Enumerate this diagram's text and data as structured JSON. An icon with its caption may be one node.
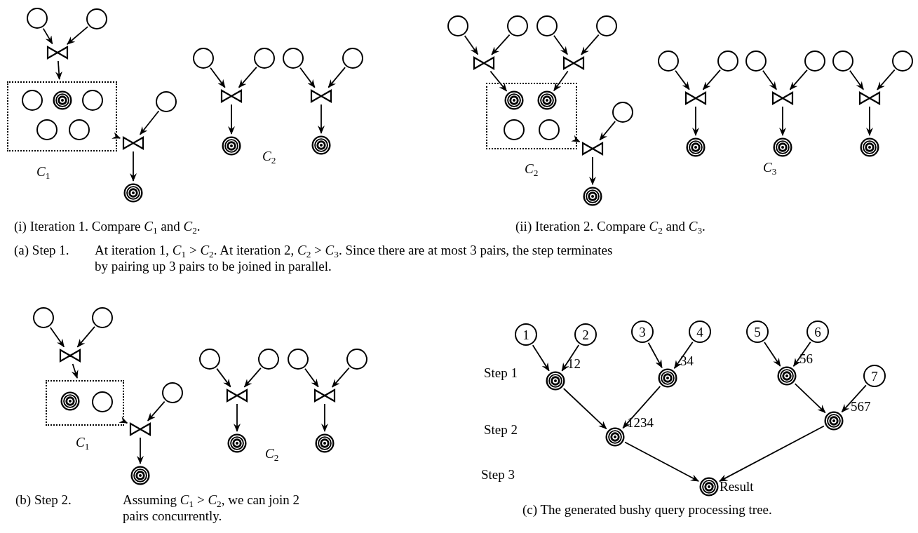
{
  "diagram": {
    "nodes": [
      {
        "text": [],
        "shape": "circle"
      },
      {
        "text": [],
        "shape": "circle"
      },
      {
        "text": [],
        "shape": "bowtie"
      },
      {
        "text": [],
        "shape": "box"
      },
      {
        "text": [],
        "shape": "circle",
        "in": 3
      },
      {
        "text": [],
        "shape": "target",
        "in": 3
      },
      {
        "text": [],
        "shape": "circle",
        "in": 3
      },
      {
        "text": [],
        "shape": "circle",
        "in": 3
      },
      {
        "text": [],
        "shape": "circle",
        "in": 3
      },
      {
        "text": [],
        "shape": "circle"
      },
      {
        "text": [],
        "shape": "bowtie"
      },
      {
        "text": [],
        "shape": "target"
      },
      {
        "text": [],
        "shape": "circle"
      },
      {
        "text": [],
        "shape": "circle"
      },
      {
        "text": [],
        "shape": "bowtie"
      },
      {
        "text": [],
        "shape": "target"
      },
      {
        "text": [],
        "shape": "circle"
      },
      {
        "text": [],
        "shape": "circle"
      },
      {
        "text": [],
        "shape": "bowtie"
      },
      {
        "text": [],
        "shape": "target"
      },
      {
        "text": [],
        "shape": "circle"
      },
      {
        "text": [],
        "shape": "circle"
      },
      {
        "text": [],
        "shape": "circle"
      },
      {
        "text": [],
        "shape": "circle"
      },
      {
        "text": [],
        "shape": "bowtie"
      },
      {
        "text": [],
        "shape": "bowtie"
      },
      {
        "text": [],
        "shape": "box"
      },
      {
        "text": [],
        "shape": "target",
        "in": 26
      },
      {
        "text": [],
        "shape": "target",
        "in": 26
      },
      {
        "text": [],
        "shape": "circle",
        "in": 26
      },
      {
        "text": [],
        "shape": "circle",
        "in": 26
      },
      {
        "text": [],
        "shape": "circle"
      },
      {
        "text": [],
        "shape": "bowtie"
      },
      {
        "text": [],
        "shape": "target"
      },
      {
        "text": [],
        "shape": "circle"
      },
      {
        "text": [],
        "shape": "circle"
      },
      {
        "text": [],
        "shape": "bowtie"
      },
      {
        "text": [],
        "shape": "target"
      },
      {
        "text": [],
        "shape": "circle"
      },
      {
        "text": [],
        "shape": "circle"
      },
      {
        "text": [],
        "shape": "bowtie"
      },
      {
        "text": [],
        "shape": "target"
      },
      {
        "text": [],
        "shape": "circle"
      },
      {
        "text": [],
        "shape": "circle"
      },
      {
        "text": [],
        "shape": "bowtie"
      },
      {
        "text": [],
        "shape": "target"
      },
      {
        "text": [],
        "shape": "circle"
      },
      {
        "text": [],
        "shape": "circle"
      },
      {
        "text": [],
        "shape": "bowtie"
      },
      {
        "text": [],
        "shape": "box"
      },
      {
        "text": [],
        "shape": "target",
        "in": 49
      },
      {
        "text": [],
        "shape": "circle",
        "in": 49
      },
      {
        "text": [],
        "shape": "circle"
      },
      {
        "text": [],
        "shape": "bowtie"
      },
      {
        "text": [],
        "shape": "target"
      },
      {
        "text": [],
        "shape": "circle"
      },
      {
        "text": [],
        "shape": "circle"
      },
      {
        "text": [],
        "shape": "bowtie"
      },
      {
        "text": [],
        "shape": "target"
      },
      {
        "text": [],
        "shape": "circle"
      },
      {
        "text": [],
        "shape": "circle"
      },
      {
        "text": [],
        "shape": "bowtie"
      },
      {
        "text": [],
        "shape": "target"
      },
      {
        "text": [
          "1"
        ]
      },
      {
        "text": [
          "2"
        ]
      },
      {
        "text": [
          "3"
        ]
      },
      {
        "text": [
          "4"
        ]
      },
      {
        "text": [
          "5"
        ]
      },
      {
        "text": [
          "6"
        ]
      },
      {
        "text": [],
        "shape": "target",
        "beside": [
          "12"
        ]
      },
      {
        "text": [],
        "shape": "target",
        "beside": [
          "34"
        ]
      },
      {
        "text": [],
        "shape": "target",
        "beside": [
          "56"
        ]
      },
      {
        "text": [
          "7"
        ]
      },
      {
        "text": [],
        "shape": "target",
        "beside": [
          "1234"
        ]
      },
      {
        "text": [],
        "shape": "target",
        "beside": [
          "567"
        ]
      },
      {
        "text": [],
        "shape": "target",
        "beside": [
          "Result"
        ]
      }
    ],
    "edges": [
      {
        "from": 0,
        "to": 2,
        "arrow": "to"
      },
      {
        "from": 1,
        "to": 2,
        "arrow": "to"
      },
      {
        "from": 2,
        "to": 3,
        "arrow": "to"
      },
      {
        "from": 3,
        "to": 10,
        "arrow": "to"
      },
      {
        "from": 9,
        "to": 10,
        "arrow": "to"
      },
      {
        "from": 10,
        "to": 11,
        "arrow": "to"
      },
      {
        "from": 12,
        "to": 14,
        "arrow": "to"
      },
      {
        "from": 13,
        "to": 14,
        "arrow": "to"
      },
      {
        "from": 14,
        "to": 15,
        "arrow": "to"
      },
      {
        "from": 16,
        "to": 18,
        "arrow": "to"
      },
      {
        "from": 17,
        "to": 18,
        "arrow": "to"
      },
      {
        "from": 18,
        "to": 19,
        "arrow": "to"
      },
      {
        "from": 20,
        "to": 24,
        "arrow": "to"
      },
      {
        "from": 21,
        "to": 24,
        "arrow": "to"
      },
      {
        "from": 22,
        "to": 25,
        "arrow": "to"
      },
      {
        "from": 23,
        "to": 25,
        "arrow": "to"
      },
      {
        "from": 24,
        "to": 27,
        "arrow": "to"
      },
      {
        "from": 25,
        "to": 28,
        "arrow": "to"
      },
      {
        "from": 26,
        "to": 32,
        "arrow": "to"
      },
      {
        "from": 31,
        "to": 32,
        "arrow": "to"
      },
      {
        "from": 32,
        "to": 33,
        "arrow": "to"
      },
      {
        "from": 34,
        "to": 36,
        "arrow": "to"
      },
      {
        "from": 35,
        "to": 36,
        "arrow": "to"
      },
      {
        "from": 36,
        "to": 37,
        "arrow": "to"
      },
      {
        "from": 38,
        "to": 40,
        "arrow": "to"
      },
      {
        "from": 39,
        "to": 40,
        "arrow": "to"
      },
      {
        "from": 40,
        "to": 41,
        "arrow": "to"
      },
      {
        "from": 42,
        "to": 44,
        "arrow": "to"
      },
      {
        "from": 43,
        "to": 44,
        "arrow": "to"
      },
      {
        "from": 44,
        "to": 45,
        "arrow": "to"
      },
      {
        "from": 46,
        "to": 48,
        "arrow": "to"
      },
      {
        "from": 47,
        "to": 48,
        "arrow": "to"
      },
      {
        "from": 48,
        "to": 49,
        "arrow": "to"
      },
      {
        "from": 49,
        "to": 53,
        "arrow": "to"
      },
      {
        "from": 52,
        "to": 53,
        "arrow": "to"
      },
      {
        "from": 53,
        "to": 54,
        "arrow": "to"
      },
      {
        "from": 55,
        "to": 57,
        "arrow": "to"
      },
      {
        "from": 56,
        "to": 57,
        "arrow": "to"
      },
      {
        "from": 57,
        "to": 58,
        "arrow": "to"
      },
      {
        "from": 59,
        "to": 61,
        "arrow": "to"
      },
      {
        "from": 60,
        "to": 61,
        "arrow": "to"
      },
      {
        "from": 61,
        "to": 62,
        "arrow": "to"
      },
      {
        "from": 63,
        "to": 69,
        "arrow": "to"
      },
      {
        "from": 64,
        "to": 69,
        "arrow": "to"
      },
      {
        "from": 65,
        "to": 70,
        "arrow": "to"
      },
      {
        "from": 66,
        "to": 70,
        "arrow": "to"
      },
      {
        "from": 67,
        "to": 71,
        "arrow": "to"
      },
      {
        "from": 68,
        "to": 71,
        "arrow": "to"
      },
      {
        "from": 69,
        "to": 73,
        "arrow": "to"
      },
      {
        "from": 70,
        "to": 73,
        "arrow": "to"
      },
      {
        "from": 71,
        "to": 74,
        "arrow": "to"
      },
      {
        "from": 72,
        "to": 74,
        "arrow": "to"
      },
      {
        "from": 73,
        "to": 75,
        "arrow": "to"
      },
      {
        "from": 74,
        "to": 75,
        "arrow": "to"
      }
    ],
    "labels": [
      "*C*$_{1}$",
      "*C*$_{2}$",
      "*C*$_{2}$",
      "*C*$_{3}$",
      "(i) Iteration 1. Compare *C*$_{1}$ and *C*$_{2}$.",
      "(ii) Iteration 2. Compare *C*$_{2}$ and *C*$_{3}$.",
      "(a) Step 1.",
      "At iteration 1, *C*$_{1}$ > *C*$_{2}$. At iteration 2, *C*$_{2}$ > *C*$_{3}$. Since there are at most 3 pairs, the step terminates by pairing up 3 pairs to be joined in parallel.",
      "*C*$_{1}$",
      "*C*$_{2}$",
      "(b) Step 2.",
      "Assuming *C*$_{1}$ > *C*$_{2}$, we can join 2 pairs concurrently.",
      "Step 1",
      "Step 2",
      "Step 3",
      "(c)  The generated bushy query processing tree."
    ]
  }
}
